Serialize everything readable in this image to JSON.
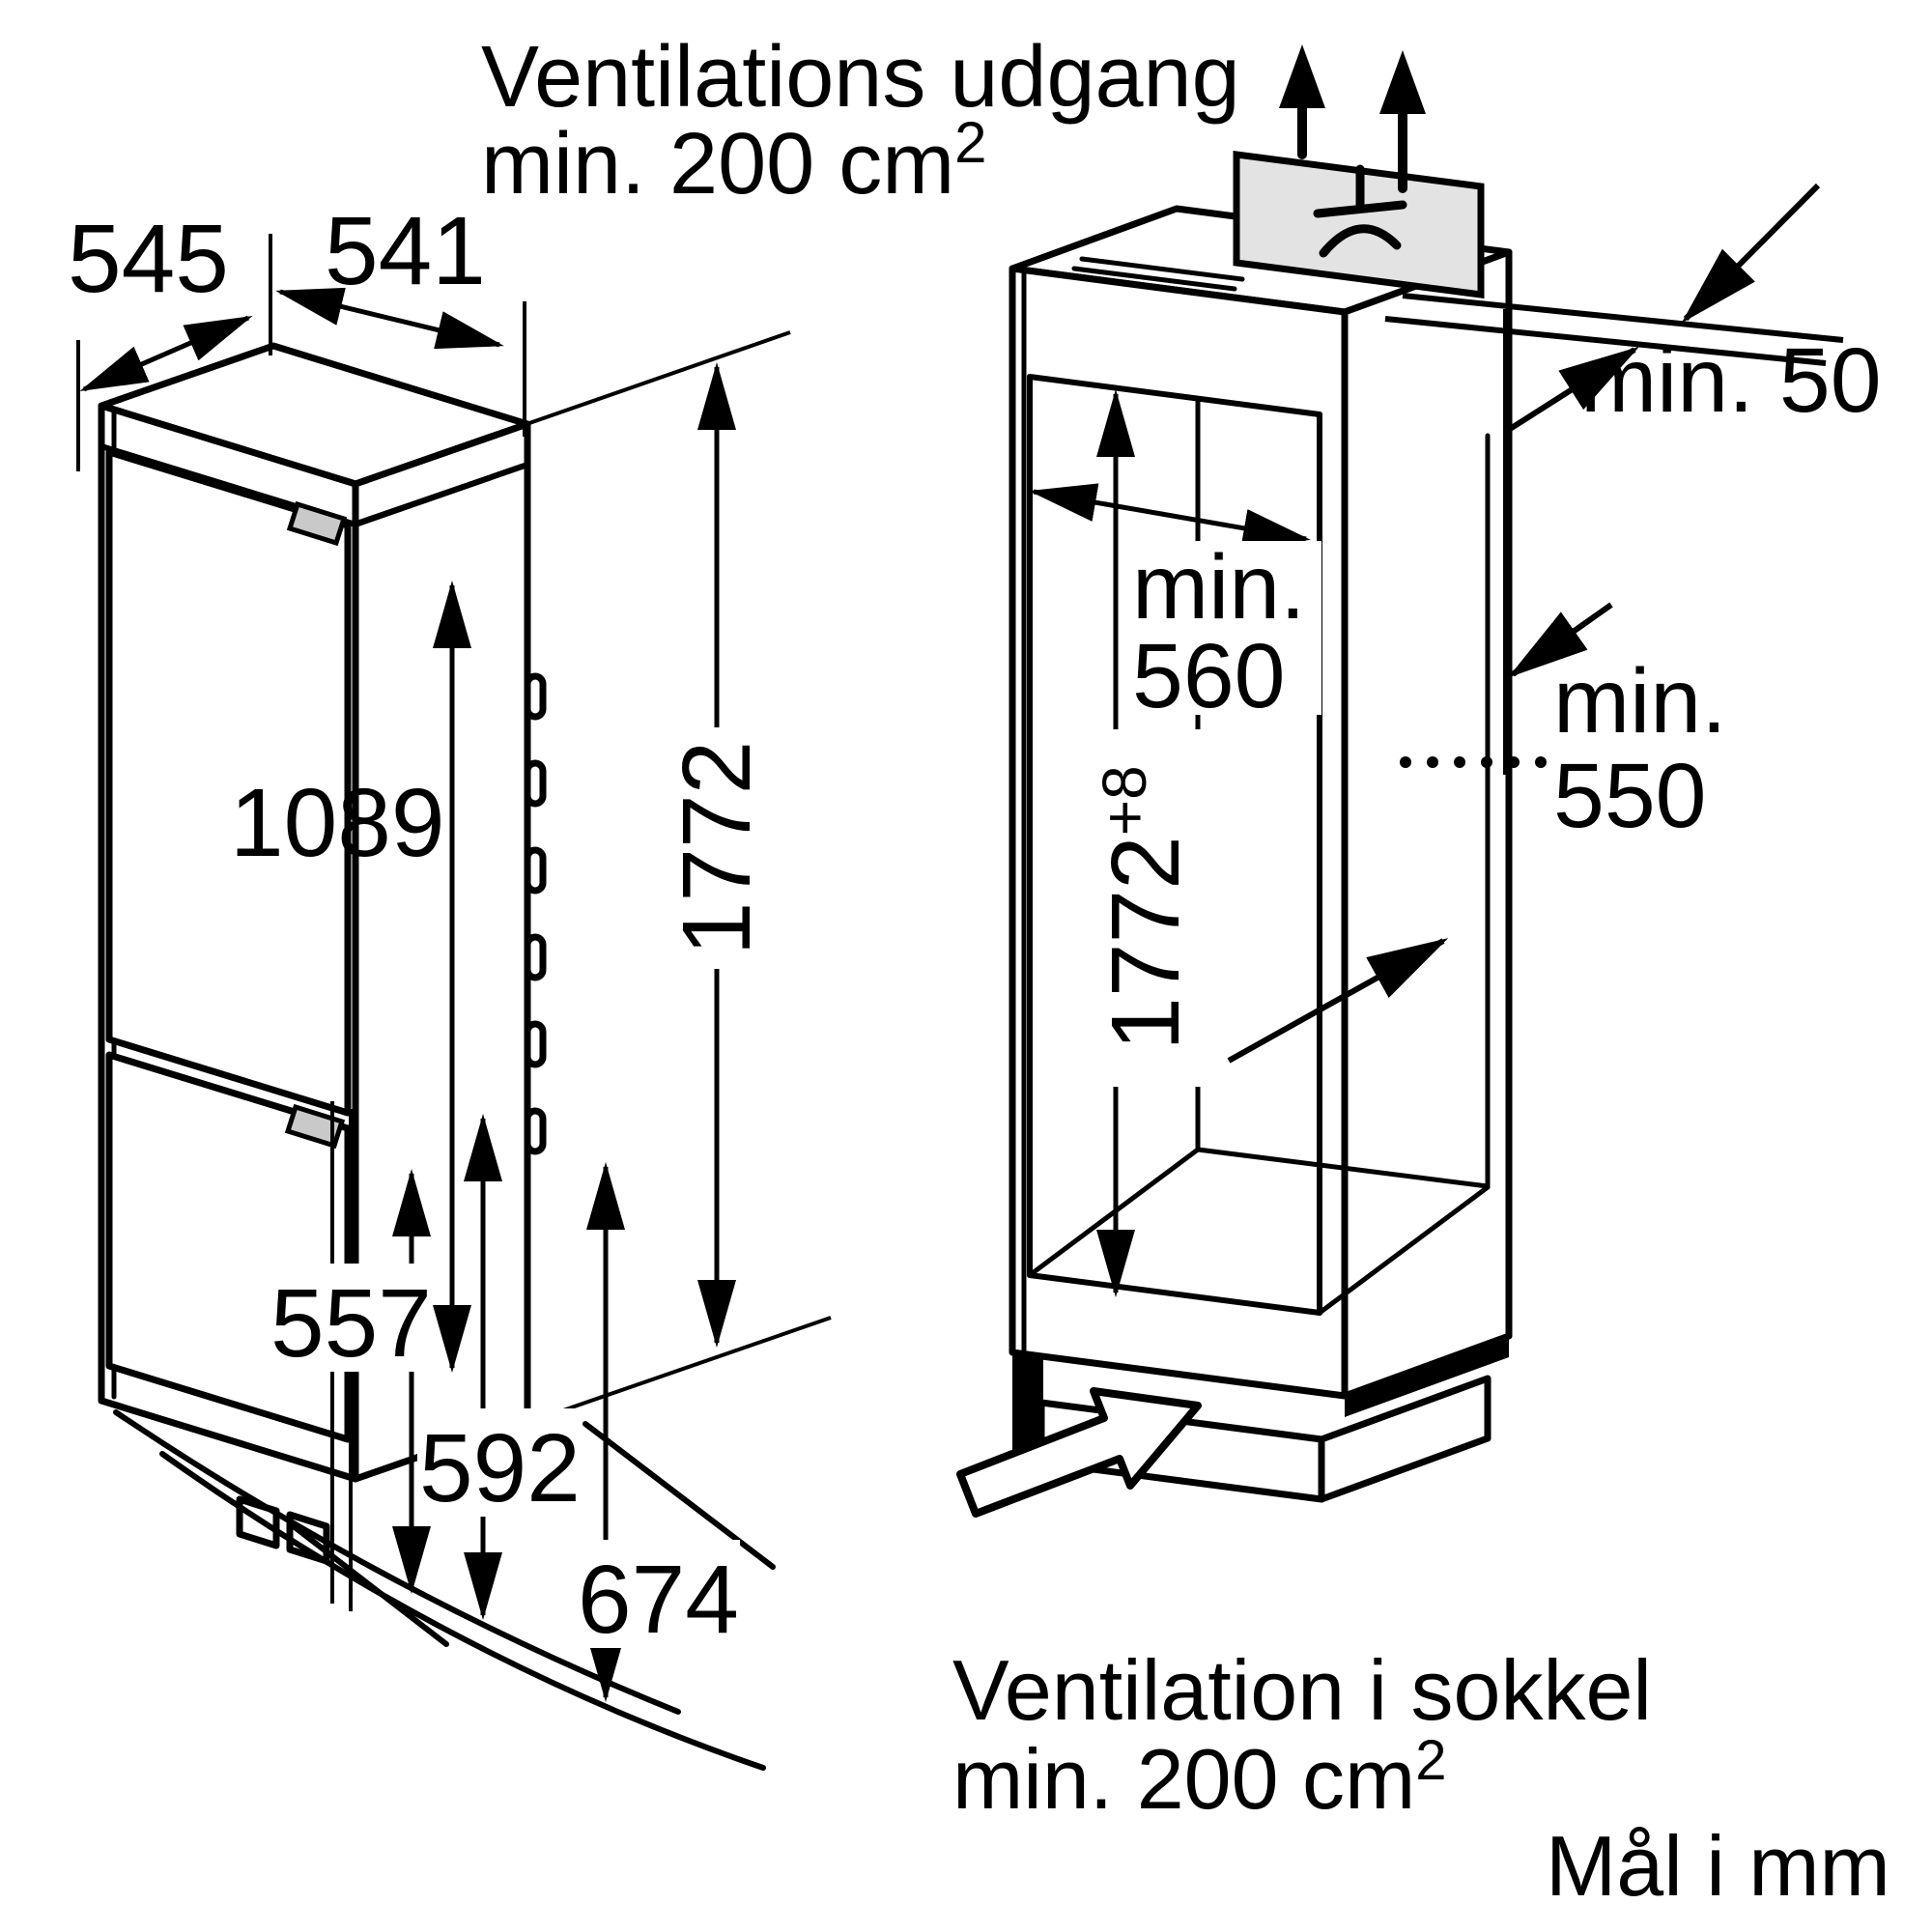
{
  "colors": {
    "line": "#000000",
    "background": "#ffffff",
    "panel_gray": "#e3e3e3",
    "handle_gray": "#c9c9c9"
  },
  "header": {
    "line1": "Ventilations udgang",
    "line2": "min. 200 cm",
    "line2_sup": "2"
  },
  "footer": {
    "line1": "Ventilation i sokkel",
    "line2": "min. 200 cm",
    "line2_sup": "2",
    "units": "Mål i mm"
  },
  "appliance": {
    "depth": "545",
    "width": "541",
    "upper_door_height": "1089",
    "total_height": "1772",
    "lower_door_height": "557",
    "door_clearance_inner": "592",
    "door_clearance_outer": "674"
  },
  "niche": {
    "rear_gap": "min. 50",
    "width_label": "min.",
    "width_value": "560",
    "height": "1772",
    "height_tolerance": "+8",
    "depth_label": "min.",
    "depth_value": "550"
  }
}
